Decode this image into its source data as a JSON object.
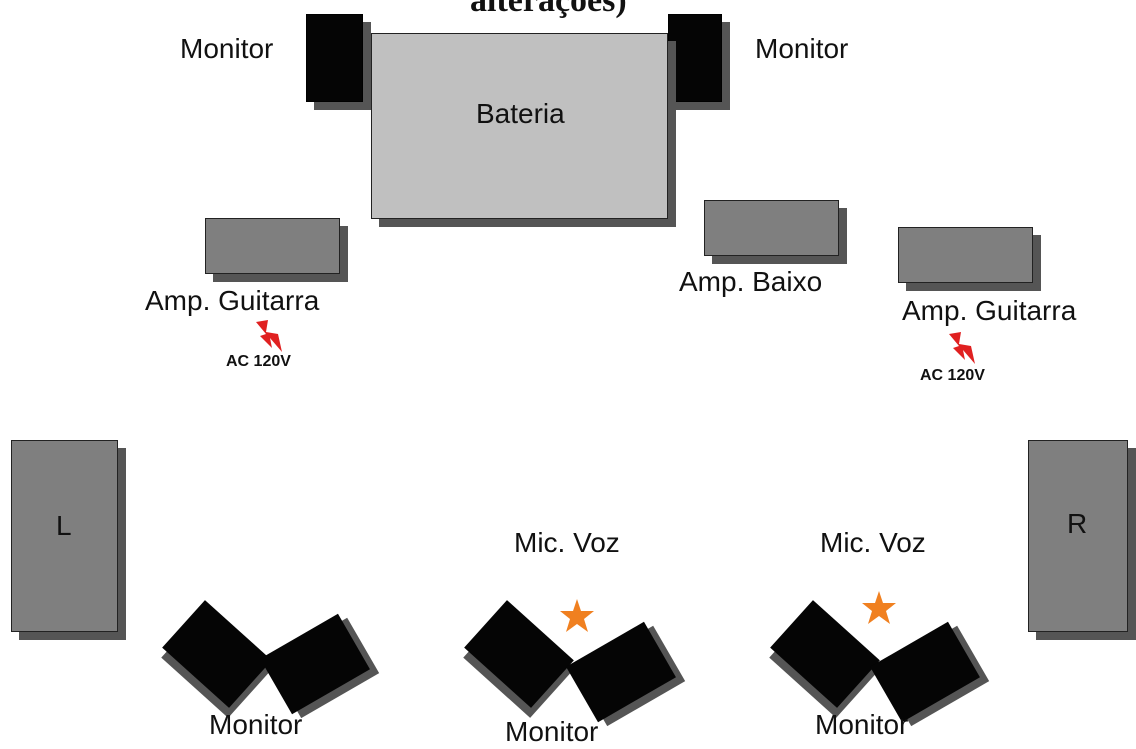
{
  "title_fragment": "alterações)",
  "labels": {
    "monitor_top_left": "Monitor",
    "monitor_top_right": "Monitor",
    "drums": "Bateria",
    "amp_guitar_left": "Amp. Guitarra",
    "amp_bass": "Amp. Baixo",
    "amp_guitar_right": "Amp. Guitarra",
    "ac_left": "AC 120V",
    "ac_right": "AC 120V",
    "pa_left": "L",
    "pa_right": "R",
    "mic_voice_center": "Mic. Voz",
    "mic_voice_right": "Mic. Voz",
    "monitor_bottom_left": "Monitor",
    "monitor_bottom_center": "Monitor",
    "monitor_bottom_right": "Monitor"
  },
  "icons": {
    "power": "lightning-bolt-icon",
    "microphone": "star-icon"
  },
  "colors": {
    "equipment": "#7f7f7f",
    "drums": "#c0c0c0",
    "monitor": "#050505",
    "shadow": "#555555",
    "power": "#e02020",
    "microphone": "#f08020"
  }
}
